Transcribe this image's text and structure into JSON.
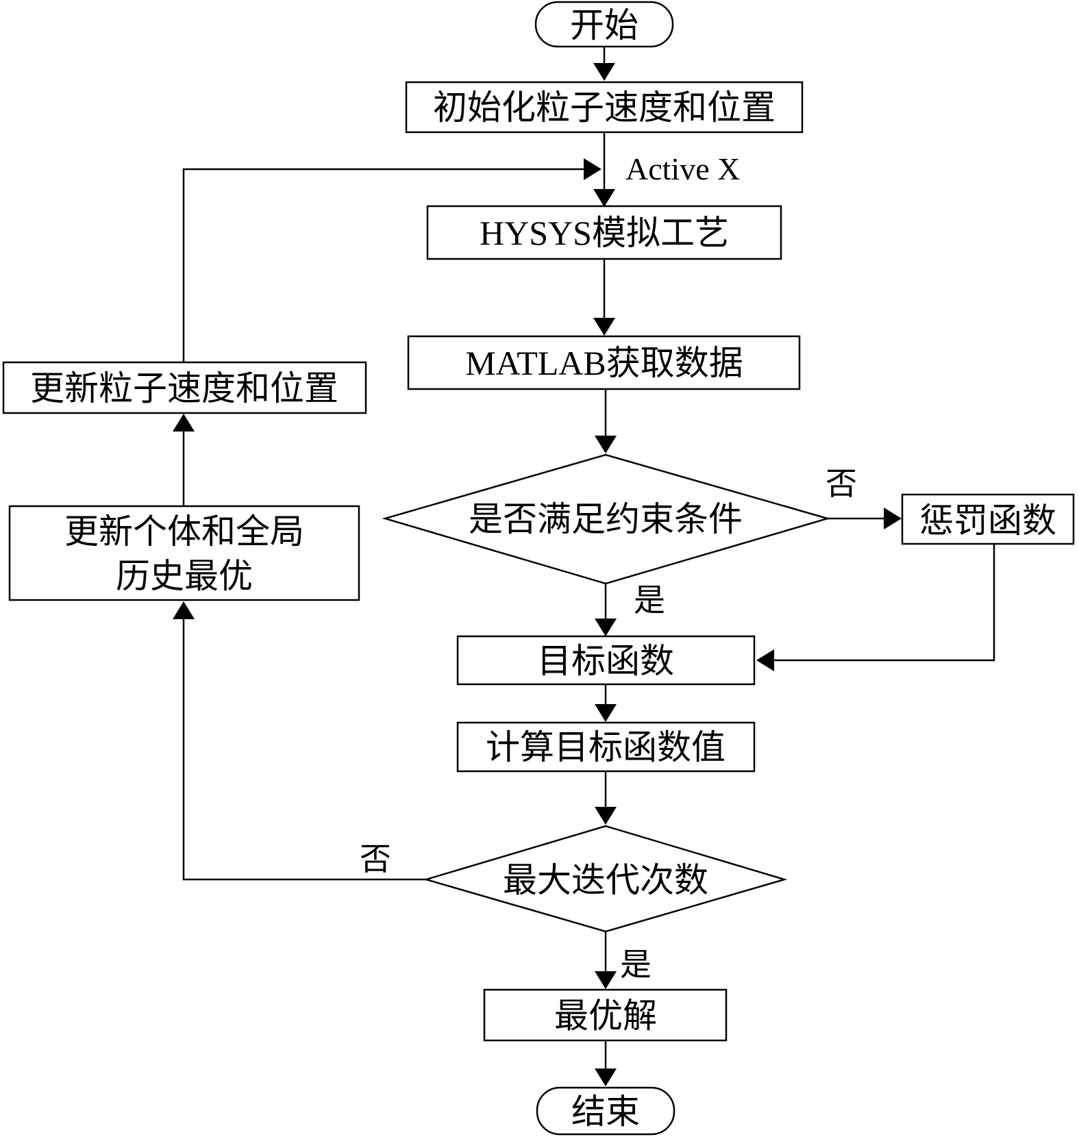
{
  "nodes": {
    "start": "开始",
    "init": "初始化粒子速度和位置",
    "hysys": "HYSYS模拟工艺",
    "matlab": "MATLAB获取数据",
    "constraint": "是否满足约束条件",
    "penalty": "惩罚函数",
    "objective": "目标函数",
    "compute": "计算目标函数值",
    "max_iter": "最大迭代次数",
    "optimal": "最优解",
    "end": "结束",
    "update_best_line1": "更新个体和全局",
    "update_best_line2": "历史最优",
    "update_pos": "更新粒子速度和位置"
  },
  "edge_labels": {
    "activex": "Active X",
    "constraint_no": "否",
    "constraint_yes": "是",
    "iter_no": "否",
    "iter_yes": "是"
  }
}
